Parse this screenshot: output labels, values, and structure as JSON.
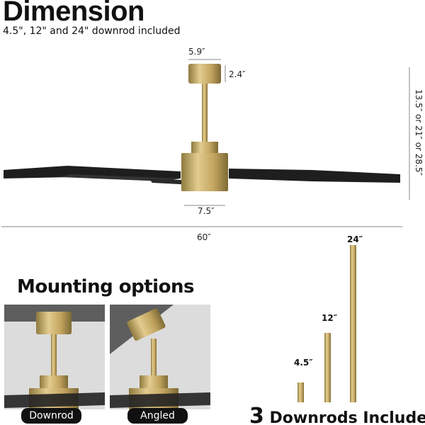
{
  "title": "Dimension",
  "subtitle": "4.5\", 12\" and 24\" downrod included",
  "dimensions": {
    "canopy_width": "5.9″",
    "canopy_height": "2.4″",
    "motor_width": "7.5″",
    "overall_height": "13.5″ or 21″ or 28.5″",
    "blade_span": "60″"
  },
  "mounting": {
    "title": "Mounting options",
    "options": [
      {
        "label": "Downrod"
      },
      {
        "label": "Angled"
      }
    ]
  },
  "downrods": {
    "items": [
      {
        "label": "4.5″"
      },
      {
        "label": "12″"
      },
      {
        "label": "24″"
      }
    ],
    "count": "3",
    "title": "Downrods Included"
  },
  "colors": {
    "brass": "#c9ae6a",
    "blade": "#1e1e1e"
  }
}
